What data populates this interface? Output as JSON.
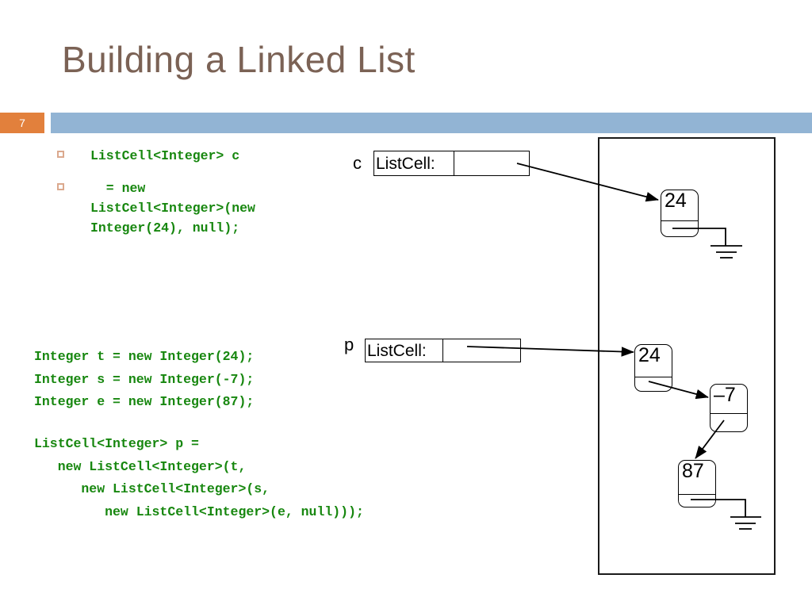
{
  "slide": {
    "title": "Building a Linked List",
    "number": "7",
    "accent_orange": "#e2803c",
    "accent_blue": "#92b4d4",
    "title_color": "#7b6255",
    "code_color": "#17870f",
    "bullet_color": "#dba98e"
  },
  "bullets": [
    {
      "text": "ListCell<Integer> c"
    },
    {
      "text": "  = new\nListCell<Integer>(new\nInteger(24), null);"
    }
  ],
  "code_blocks": {
    "declarations": "Integer t = new Integer(24);\nInteger s = new Integer(-7);\nInteger e = new Integer(87);",
    "construction": "ListCell<Integer> p =\n   new ListCell<Integer>(t,\n      new ListCell<Integer>(s,\n         new ListCell<Integer>(e, null)));"
  },
  "diagram": {
    "pointer_boxes": [
      {
        "label": "c",
        "type_text": "ListCell:"
      },
      {
        "label": "p",
        "type_text": "ListCell:"
      }
    ],
    "heap_cells": [
      {
        "id": "cell-c-24",
        "value": "24",
        "next": "null"
      },
      {
        "id": "cell-p-24",
        "value": "24",
        "next": "cell-p-neg7"
      },
      {
        "id": "cell-p-neg7",
        "value": "–7",
        "next": "cell-p-87"
      },
      {
        "id": "cell-p-87",
        "value": "87",
        "next": "null"
      }
    ]
  }
}
